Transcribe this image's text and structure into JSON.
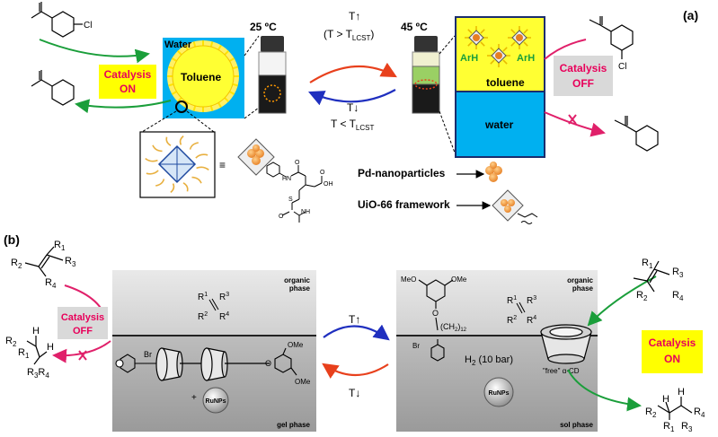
{
  "panel_a": {
    "label": "(a)",
    "water": "Water",
    "toluene": "Toluene",
    "temp_left": "25 ºC",
    "temp_right": "45 ºC",
    "up_arrow": "T↑",
    "cond_up_prefix": "(T > T",
    "cond_up_sub": "LCST",
    "cond_up_suffix": ")",
    "down_arrow": "T↓",
    "cond_down_prefix": "T < T",
    "cond_down_sub": "LCST",
    "catalysis_on_1": "Catalysis",
    "catalysis_on_2": "ON",
    "catalysis_off_1": "Catalysis",
    "catalysis_off_2": "OFF",
    "arh": "ArH",
    "toluene_layer": "toluene",
    "water_layer": "water",
    "cl": "Cl",
    "equiv": "≡",
    "legend_pd": "Pd-nanoparticles",
    "legend_uio": "UiO-66 framework",
    "struct_hn": "HN",
    "struct_oh": "OH",
    "struct_o": "O",
    "struct_s": "S",
    "struct_nh": "NH",
    "colors": {
      "catalysis_on_bg": "#ffff00",
      "catalysis_off_bg": "#d9d9d9",
      "catalysis_text": "#e8005a",
      "water_blue": "#00b0f0",
      "toluene_yellow": "#ffff33",
      "arrow_red": "#e8401c",
      "arrow_blue": "#1f2fbf",
      "green": "#1a9e3a",
      "pink": "#e0206a"
    }
  },
  "panel_b": {
    "label": "(b)",
    "r1": "R",
    "r1_sub": "1",
    "r2": "R",
    "r2_sub": "2",
    "r3": "R",
    "r3_sub": "3",
    "r4": "R",
    "r4_sub": "4",
    "h": "H",
    "organic_1": "organic",
    "organic_2": "phase",
    "gel_phase": "gel phase",
    "sol_phase": "sol phase",
    "br": "Br",
    "ome": "OMe",
    "meo": "MeO",
    "o": "O",
    "ch2": "(CH",
    "ch2_sub": "2",
    "ch2_close": ")",
    "ch2_n": "12",
    "runps": "RuNPs",
    "plus": "+",
    "h2_a": "H",
    "h2_sub": "2",
    "h2_b": " (10 bar)",
    "free_cd": "\"free\" α-CD",
    "up_arrow": "T↑",
    "down_arrow": "T↓",
    "catalysis_off_1": "Catalysis",
    "catalysis_off_2": "OFF",
    "catalysis_on_1": "Catalysis",
    "catalysis_on_2": "ON",
    "sup1": "1",
    "sup2": "2",
    "sup3": "3",
    "sup4": "4"
  }
}
